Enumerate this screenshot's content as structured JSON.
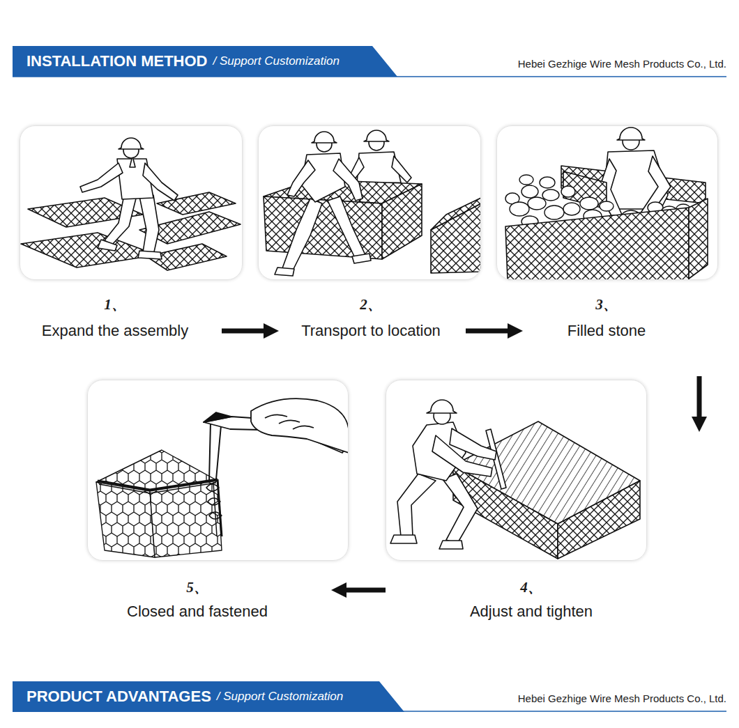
{
  "diagram": {
    "nodes": [
      {
        "text": [
          "INSTALLATION METHOD",
          "/ Support Customization"
        ]
      },
      {
        "text": [
          "1、",
          "Expand the assembly"
        ]
      },
      {
        "text": [
          "2、",
          "Transport to location"
        ]
      },
      {
        "text": [
          "3、",
          "Filled stone"
        ]
      },
      {
        "text": [
          "4、",
          "Adjust and tighten"
        ]
      },
      {
        "text": [
          "5、",
          "Closed and fastened"
        ]
      },
      {
        "text": [
          "PRODUCT ADVANTAGES",
          "/ Support Customization"
        ]
      }
    ],
    "edges": [
      {
        "from": 1,
        "to": 2,
        "arrow": "to"
      },
      {
        "from": 2,
        "to": 3,
        "arrow": "to"
      },
      {
        "from": 3,
        "to": 4,
        "arrow": "to"
      },
      {
        "from": 4,
        "to": 5,
        "arrow": "to"
      }
    ],
    "labels": [
      "Hebei Gezhige Wire Mesh Products Co., Ltd.",
      "Hebei Gezhige Wire Mesh Products Co., Ltd."
    ]
  }
}
